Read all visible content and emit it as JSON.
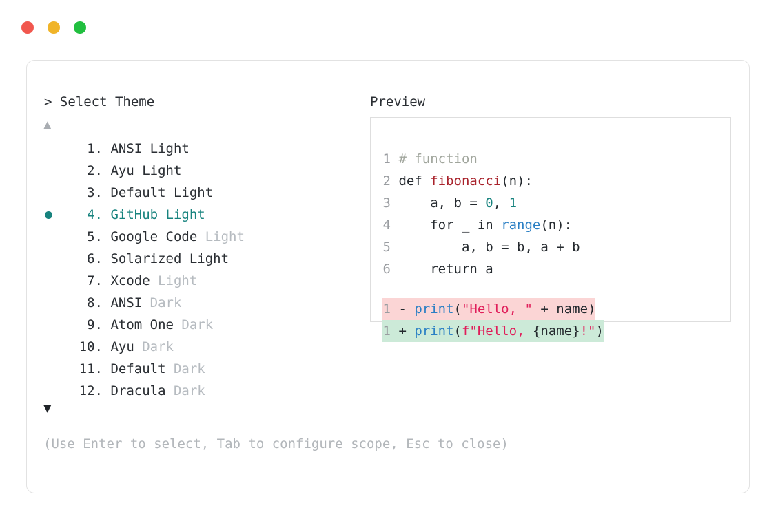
{
  "window": {
    "dots": [
      {
        "name": "close-dot",
        "color": "#f1574e"
      },
      {
        "name": "minimize-dot",
        "color": "#f0b429"
      },
      {
        "name": "maximize-dot",
        "color": "#21bf3f"
      }
    ]
  },
  "select_panel": {
    "header": "> Select Theme",
    "scroll_up": "▲",
    "scroll_down": "▼",
    "selected_index": 4,
    "accent_color": "#17837e",
    "items": [
      {
        "num": "1.",
        "name": "ANSI Light",
        "variant": "",
        "selected": false
      },
      {
        "num": "2.",
        "name": "Ayu Light",
        "variant": "",
        "selected": false
      },
      {
        "num": "3.",
        "name": "Default Light",
        "variant": "",
        "selected": false
      },
      {
        "num": "4.",
        "name": "GitHub Light",
        "variant": "",
        "selected": true
      },
      {
        "num": "5.",
        "name": "Google Code",
        "variant": "Light",
        "selected": false
      },
      {
        "num": "6.",
        "name": "Solarized Light",
        "variant": "",
        "selected": false
      },
      {
        "num": "7.",
        "name": "Xcode",
        "variant": "Light",
        "selected": false
      },
      {
        "num": "8.",
        "name": "ANSI",
        "variant": "Dark",
        "selected": false
      },
      {
        "num": "9.",
        "name": "Atom One",
        "variant": "Dark",
        "selected": false
      },
      {
        "num": "10.",
        "name": "Ayu",
        "variant": "Dark",
        "selected": false
      },
      {
        "num": "11.",
        "name": "Default",
        "variant": "Dark",
        "selected": false
      },
      {
        "num": "12.",
        "name": "Dracula",
        "variant": "Dark",
        "selected": false
      }
    ]
  },
  "preview": {
    "header": "Preview",
    "code_lines": [
      {
        "ln": "1",
        "tokens": [
          {
            "t": " ",
            "c": "plain"
          },
          {
            "t": "# function",
            "c": "comment"
          }
        ]
      },
      {
        "ln": "2",
        "tokens": [
          {
            "t": " def ",
            "c": "plain"
          },
          {
            "t": "fibonacci",
            "c": "func"
          },
          {
            "t": "(n):",
            "c": "punct"
          }
        ]
      },
      {
        "ln": "3",
        "tokens": [
          {
            "t": "     a, b = ",
            "c": "plain"
          },
          {
            "t": "0",
            "c": "num"
          },
          {
            "t": ", ",
            "c": "plain"
          },
          {
            "t": "1",
            "c": "num"
          }
        ]
      },
      {
        "ln": "4",
        "tokens": [
          {
            "t": "     for _ in ",
            "c": "plain"
          },
          {
            "t": "range",
            "c": "builtin"
          },
          {
            "t": "(n):",
            "c": "punct"
          }
        ]
      },
      {
        "ln": "5",
        "tokens": [
          {
            "t": "         a, b = b, a + b",
            "c": "plain"
          }
        ]
      },
      {
        "ln": "6",
        "tokens": [
          {
            "t": "     return a",
            "c": "plain"
          }
        ]
      }
    ],
    "diff_lines": [
      {
        "ln": "1",
        "kind": "del",
        "mark": "-",
        "bg": "#fbd5d5",
        "tokens": [
          {
            "t": "print",
            "c": "builtin"
          },
          {
            "t": "(",
            "c": "punct"
          },
          {
            "t": "\"Hello, \"",
            "c": "str"
          },
          {
            "t": " + name",
            "c": "plain"
          },
          {
            "t": ")",
            "c": "punct"
          }
        ]
      },
      {
        "ln": "1",
        "kind": "add",
        "mark": "+",
        "bg": "#ccead8",
        "tokens": [
          {
            "t": "print",
            "c": "builtin"
          },
          {
            "t": "(",
            "c": "punct"
          },
          {
            "t": "f\"Hello, ",
            "c": "str"
          },
          {
            "t": "{name}",
            "c": "plain"
          },
          {
            "t": "!\"",
            "c": "str"
          },
          {
            "t": ")",
            "c": "punct"
          }
        ]
      }
    ]
  },
  "hint": "(Use Enter to select, Tab to configure scope, Esc to close)"
}
